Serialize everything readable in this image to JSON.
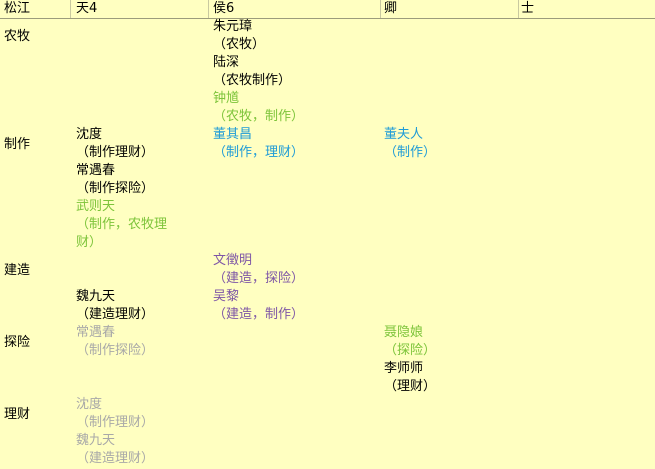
{
  "headers": [
    "松江",
    "天4",
    "侯6",
    "卿",
    "士"
  ],
  "rows": [
    "农牧",
    "制作",
    "建造",
    "探险",
    "理财"
  ],
  "colors": {
    "black": "#000000",
    "green": "#7dc43a",
    "blue": "#1e9bd7",
    "purple": "#7e56a6",
    "gray": "#a8a8a8"
  },
  "entries": [
    {
      "name": "朱元璋",
      "tag": "（农牧）",
      "color": "black"
    },
    {
      "name": "陆深",
      "tag": "（农牧制作）",
      "color": "black"
    },
    {
      "name": "钟馗",
      "tag": "（农牧，制作）",
      "color": "green"
    },
    {
      "name": "沈度",
      "tag": "（制作理财）",
      "color": "black"
    },
    {
      "name": "常遇春",
      "tag": "（制作探险）",
      "color": "black"
    },
    {
      "name": "武则天",
      "tag": "（制作，农牧理",
      "tag2": "财）",
      "color": "green"
    },
    {
      "name": "董其昌",
      "tag": "（制作，理财）",
      "color": "blue"
    },
    {
      "name": "董夫人",
      "tag": "（制作）",
      "color": "blue"
    },
    {
      "name": "文徵明",
      "tag": "（建造，探险）",
      "color": "purple"
    },
    {
      "name": "吴黎",
      "tag": "（建造，制作）",
      "color": "purple"
    },
    {
      "name": "魏九天",
      "tag": "（建造理财）",
      "color": "black"
    },
    {
      "name": "常遇春",
      "tag": "（制作探险）",
      "color": "gray"
    },
    {
      "name": "聂隐娘",
      "tag": "（探险）",
      "color": "green"
    },
    {
      "name": "李师师",
      "tag": "（理财）",
      "color": "black"
    },
    {
      "name": "沈度",
      "tag": "（制作理财）",
      "color": "gray"
    },
    {
      "name": "魏九天",
      "tag": "（建造理财）",
      "color": "gray"
    }
  ]
}
